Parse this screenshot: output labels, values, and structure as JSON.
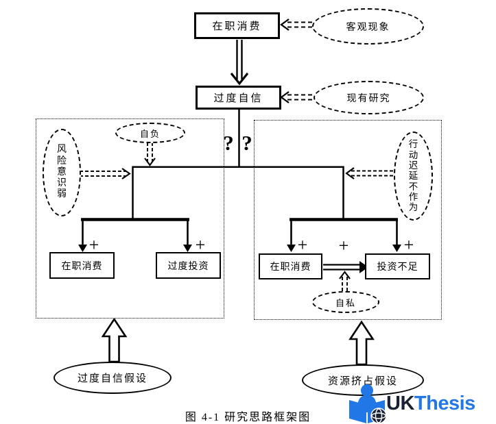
{
  "flow": {
    "top_box": "在职消费",
    "top_source_ellipse": "客观现象",
    "mid_box": "过度自信",
    "mid_source_ellipse": "现有研究"
  },
  "symbols": {
    "question": "?",
    "plus": "+"
  },
  "left_panel": {
    "conceit_ellipse": "自负",
    "risk_awareness_ellipse": "风险意识弱",
    "outcome_box_left": "在职消费",
    "outcome_box_right": "过度投资"
  },
  "right_panel": {
    "inaction_ellipse": "行动迟延不作为",
    "outcome_box_left": "在职消费",
    "outcome_box_right": "投资不足",
    "selfish_ellipse": "自私"
  },
  "hypotheses": {
    "left": "过度自信假设",
    "right": "资源挤占假设"
  },
  "caption": "图 4-1  研究思路框架图",
  "logo": {
    "uk": "UK",
    "thesis": "Thesis",
    "navy": "#1b2134",
    "blue": "#2277e6"
  },
  "colors": {
    "ink": "#000000",
    "background": "#ffffff"
  }
}
